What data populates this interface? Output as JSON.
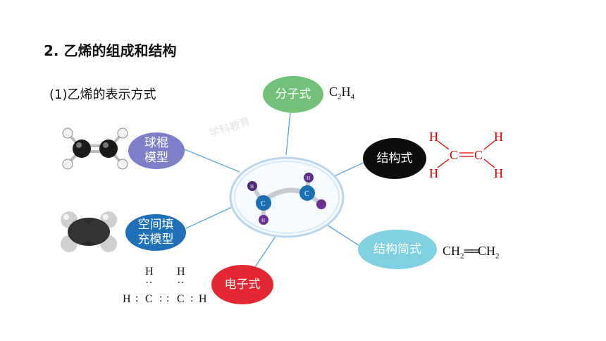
{
  "heading": "2. 乙烯的组成和结构",
  "subheading": "(1)乙烯的表示方式",
  "watermark": "学科教育",
  "center_atoms": {
    "carbon": "C",
    "hydrogen": "H"
  },
  "nodes": {
    "molecular": {
      "label": "分子式",
      "color": "#6fbf73"
    },
    "ball_stick": {
      "line1": "球棍",
      "line2": "模型",
      "color": "#7b7fc6"
    },
    "structural": {
      "label": "结构式",
      "color": "#111111"
    },
    "space_fill": {
      "line1": "空间填",
      "line2": "充模型",
      "color": "#1f6fb5"
    },
    "condensed": {
      "label": "结构简式",
      "color": "#7fd0e0"
    },
    "electronic": {
      "label": "电子式",
      "color": "#e02a34"
    }
  },
  "molecular_formula": {
    "c": "C",
    "c_sub": "2",
    "h": "H",
    "h_sub": "4"
  },
  "structural_formula": {
    "h": "H",
    "c": "C",
    "color": "#e00000"
  },
  "condensed_formula": {
    "ch": "CH",
    "sub": "2",
    "bond": "══"
  },
  "electron_formula": {
    "h": "H",
    "c": "C",
    "colon": ":",
    "dots": "··"
  }
}
